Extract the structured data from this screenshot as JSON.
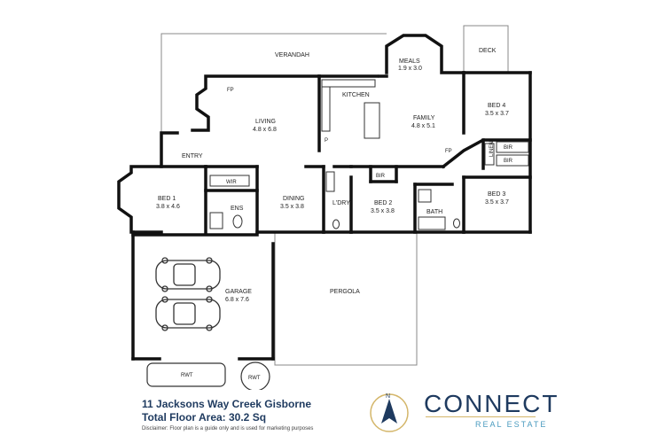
{
  "rooms": {
    "verandah": "VERANDAH",
    "meals": {
      "name": "MEALS",
      "dim": "1.9 x 3.0"
    },
    "deck": "DECK",
    "kitchen": "KITCHEN",
    "family": {
      "name": "FAMILY",
      "dim": "4.8 x 5.1"
    },
    "living": {
      "name": "LIVING",
      "dim": "4.8 x 6.8"
    },
    "bed4": {
      "name": "BED 4",
      "dim": "3.5 x 3.7"
    },
    "bed3": {
      "name": "BED 3",
      "dim": "3.5 x 3.7"
    },
    "bed1": {
      "name": "BED 1",
      "dim": "3.8 x 4.6"
    },
    "bed2": {
      "name": "BED 2",
      "dim": "3.5 x 3.8"
    },
    "dining": {
      "name": "DINING",
      "dim": "3.5 x 3.8"
    },
    "garage": {
      "name": "GARAGE",
      "dim": "6.8 x 7.6"
    },
    "pergola": "PERGOLA",
    "entry": "ENTRY",
    "wir": "WIR",
    "ens": "ENS",
    "ldry": "L'DRY",
    "bath": "BATH",
    "bir": "BIR",
    "fp": "FP",
    "p": "P",
    "linen": "LINEN",
    "rwt": "RWT"
  },
  "address": "11 Jacksons Way Creek Gisborne",
  "total_area": "Total Floor Area: 30.2 Sq",
  "disclaimer": "Disclaimer:  Floor plan is a guide only and is used for marketing purposes",
  "brand": {
    "name": "CONNECT",
    "sub": "REAL ESTATE",
    "compass_letter": "N"
  },
  "colors": {
    "wall": "#111111",
    "brand": "#1e3a5f",
    "accent": "#4a9bbf",
    "gold": "#d4b66a"
  }
}
